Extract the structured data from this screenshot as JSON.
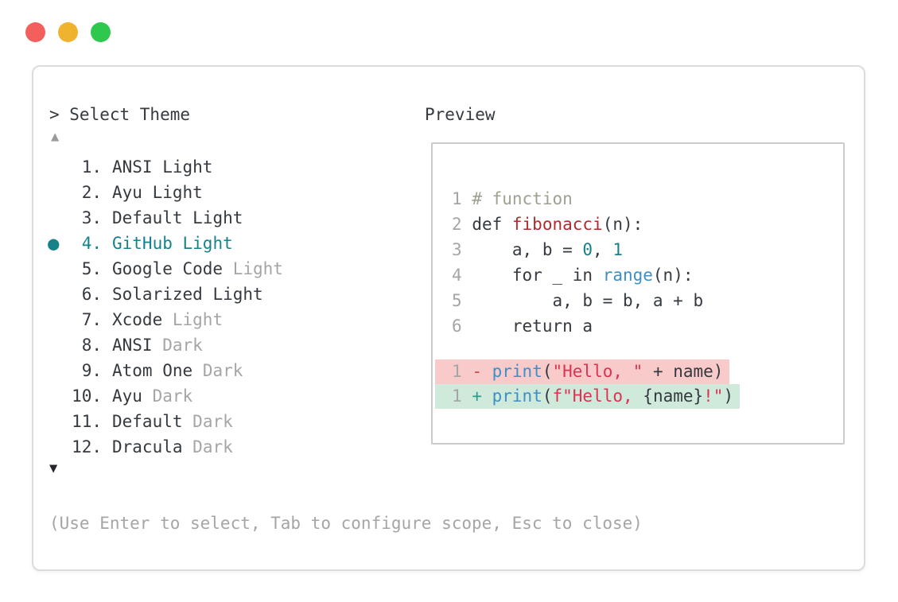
{
  "colors": {
    "dark": "#343a40",
    "muted": "#a5a5a5",
    "teal": "#16838a",
    "func_red": "#b02b30",
    "builtin_blue": "#3c8fc8",
    "string_red": "#dc3352",
    "comment_gray": "#9da18f",
    "number_teal": "#17818a",
    "minus_red": "#c94a45",
    "plus_teal": "#2a9d8f",
    "diff_removed_bg": "#f8caca",
    "diff_added_bg": "#cfe9da",
    "window_border": "#dcdcdc",
    "panel_border": "#cbcbcb",
    "scroll_up": "#9a9a9a",
    "scroll_down": "#26282b"
  },
  "window": {
    "traffic_lights": [
      {
        "name": "close",
        "color": "#f25f5c"
      },
      {
        "name": "minimize",
        "color": "#f0b32e"
      },
      {
        "name": "maximize",
        "color": "#2dc84d"
      }
    ],
    "select_label": "> Select Theme",
    "preview_label": "Preview",
    "hint": "(Use Enter to select, Tab to configure scope, Esc to close)"
  },
  "theme_list": {
    "up_arrow": "▲",
    "down_arrow": "▼",
    "selected_bullet": "●",
    "items": [
      {
        "number": "1.",
        "name": "ANSI",
        "suffix": "Light",
        "muted_suffix": false,
        "selected": false
      },
      {
        "number": "2.",
        "name": "Ayu",
        "suffix": "Light",
        "muted_suffix": false,
        "selected": false
      },
      {
        "number": "3.",
        "name": "Default",
        "suffix": "Light",
        "muted_suffix": false,
        "selected": false
      },
      {
        "number": "4.",
        "name": "GitHub",
        "suffix": "Light",
        "muted_suffix": false,
        "selected": true
      },
      {
        "number": "5.",
        "name": "Google Code",
        "suffix": "Light",
        "muted_suffix": true,
        "selected": false
      },
      {
        "number": "6.",
        "name": "Solarized",
        "suffix": "Light",
        "muted_suffix": false,
        "selected": false
      },
      {
        "number": "7.",
        "name": "Xcode",
        "suffix": "Light",
        "muted_suffix": true,
        "selected": false
      },
      {
        "number": "8.",
        "name": "ANSI",
        "suffix": "Dark",
        "muted_suffix": true,
        "selected": false
      },
      {
        "number": "9.",
        "name": "Atom One",
        "suffix": "Dark",
        "muted_suffix": true,
        "selected": false
      },
      {
        "number": "10.",
        "name": "Ayu",
        "suffix": "Dark",
        "muted_suffix": true,
        "selected": false
      },
      {
        "number": "11.",
        "name": "Default",
        "suffix": "Dark",
        "muted_suffix": true,
        "selected": false
      },
      {
        "number": "12.",
        "name": "Dracula",
        "suffix": "Dark",
        "muted_suffix": true,
        "selected": false
      }
    ]
  },
  "preview": {
    "code_lines": [
      {
        "num": "1",
        "tokens": [
          [
            "# function",
            "comment"
          ]
        ]
      },
      {
        "num": "2",
        "tokens": [
          [
            "def ",
            "plain"
          ],
          [
            "fibonacci",
            "func"
          ],
          [
            "(n):",
            "plain"
          ]
        ]
      },
      {
        "num": "3",
        "tokens": [
          [
            "    a, b = ",
            "plain"
          ],
          [
            "0",
            "number"
          ],
          [
            ", ",
            "plain"
          ],
          [
            "1",
            "number"
          ]
        ]
      },
      {
        "num": "4",
        "tokens": [
          [
            "    for _ in ",
            "plain"
          ],
          [
            "range",
            "builtin"
          ],
          [
            "(n):",
            "plain"
          ]
        ]
      },
      {
        "num": "5",
        "tokens": [
          [
            "        a, b = b, a + b",
            "plain"
          ]
        ]
      },
      {
        "num": "6",
        "tokens": [
          [
            "    return a",
            "plain"
          ]
        ]
      }
    ],
    "diff_lines": [
      {
        "num": "1",
        "sign": "-",
        "kind": "removed",
        "tokens": [
          [
            "print",
            "builtin"
          ],
          [
            "(",
            "plain"
          ],
          [
            "\"Hello, \"",
            "string"
          ],
          [
            " + name)",
            "plain"
          ]
        ]
      },
      {
        "num": "1",
        "sign": "+",
        "kind": "added",
        "tokens": [
          [
            "print",
            "builtin"
          ],
          [
            "(",
            "plain"
          ],
          [
            "f\"Hello, ",
            "string"
          ],
          [
            "{name}",
            "plain"
          ],
          [
            "!\"",
            "string"
          ],
          [
            ")",
            "plain"
          ]
        ]
      }
    ]
  }
}
